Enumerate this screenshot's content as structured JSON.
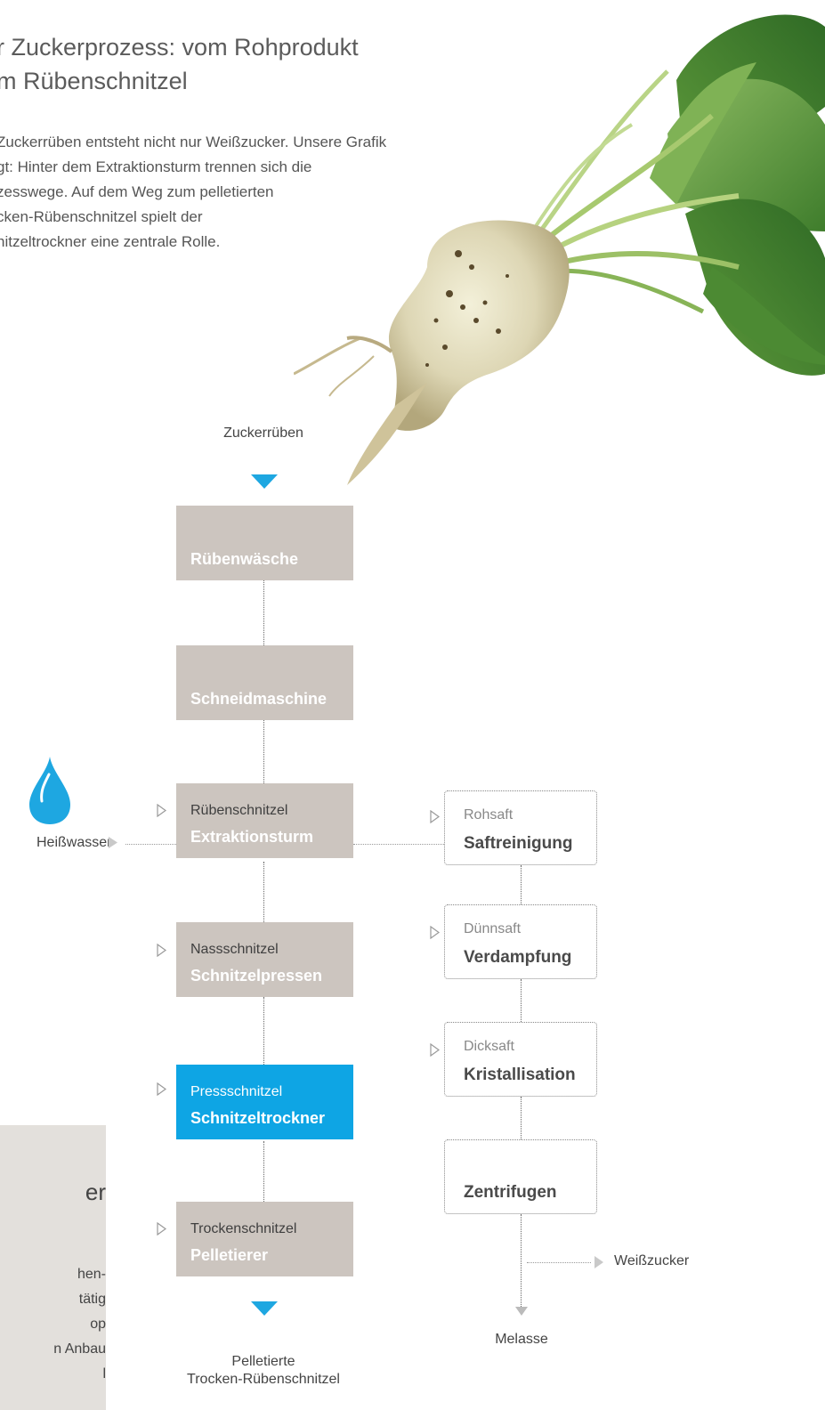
{
  "header": {
    "title_lines": [
      "r Zuckerprozess: vom Rohprodukt",
      "m Rübenschnitzel"
    ],
    "intro_lines": [
      " Zuckerrüben entsteht nicht nur Weißzucker. Unsere Grafik",
      "gt: Hinter dem Extraktionsturm trennen sich die",
      "zesswege. Auf dem Weg zum pelletierten",
      "cken-Rübenschnitzel spielt der",
      "nitzeltrockner eine zentrale Rolle."
    ]
  },
  "diagram": {
    "input_label": "Zuckerrüben",
    "output_label_lines": [
      "Pelletierte",
      "Trocken-Rübenschnitzel"
    ],
    "water_label": "Heißwasser",
    "main_steps": [
      {
        "input": "",
        "name": "Rübenwäsche"
      },
      {
        "input": "",
        "name": "Schneidmaschine"
      },
      {
        "input": "Rübenschnitzel",
        "name": "Extraktionsturm"
      },
      {
        "input": "Nassschnitzel",
        "name": "Schnitzelpressen"
      },
      {
        "input": "Pressschnitzel",
        "name": "Schnitzeltrockner",
        "highlighted": true
      },
      {
        "input": "Trockenschnitzel",
        "name": "Pelletierer"
      }
    ],
    "side_steps": [
      {
        "input": "Rohsaft",
        "name": "Saftreinigung"
      },
      {
        "input": "Dünnsaft",
        "name": "Verdampfung"
      },
      {
        "input": "Dicksaft",
        "name": "Kristallisation"
      },
      {
        "input": "",
        "name": "Zentrifugen"
      }
    ],
    "sugar_output": "Weißzucker",
    "molasses_output": "Melasse",
    "colors": {
      "accent": "#0ea5e4",
      "box": "#ccc5bf",
      "panel": "#e3e0dc"
    }
  },
  "sidebar": {
    "heading": "er",
    "lines": [
      "hen-",
      "tätig",
      "op",
      "n Anbau",
      "l"
    ]
  }
}
